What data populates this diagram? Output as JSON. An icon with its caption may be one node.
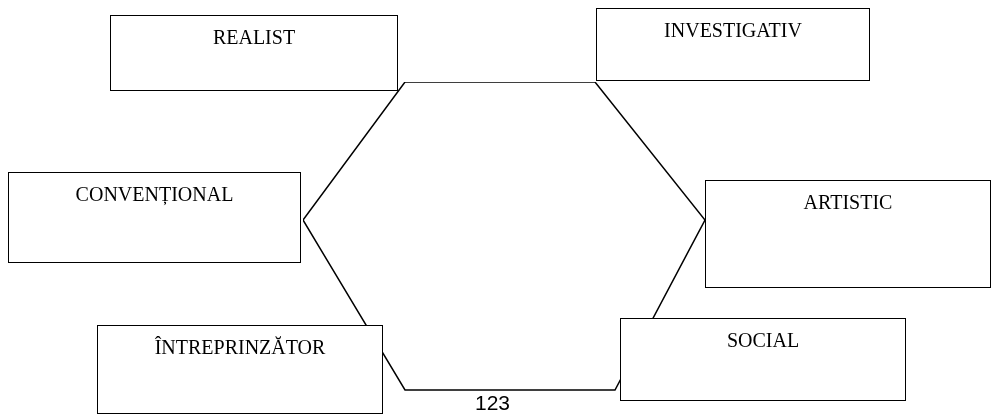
{
  "diagram": {
    "nodes": [
      {
        "text": [
          "REALIST"
        ]
      },
      {
        "text": [
          "INVESTIGATIV"
        ]
      },
      {
        "text": [
          "CONVENȚIONAL"
        ]
      },
      {
        "text": [
          "ARTISTIC"
        ]
      },
      {
        "text": [
          "ÎNTREPRINZĂTOR"
        ]
      },
      {
        "text": [
          "SOCIAL"
        ]
      },
      {
        "text": [],
        "shape": "hexagon"
      }
    ],
    "edges": [],
    "labels": [
      "123"
    ]
  }
}
